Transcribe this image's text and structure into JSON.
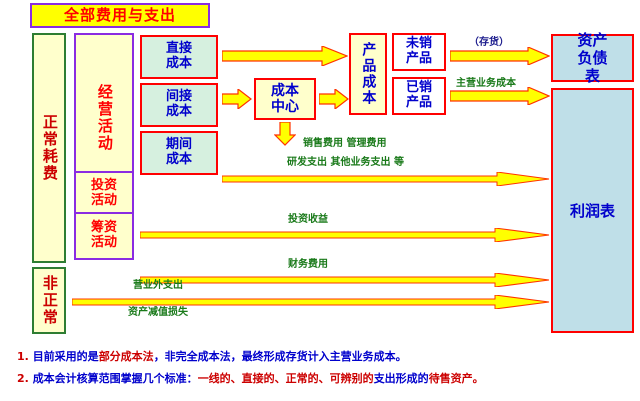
{
  "title": {
    "text": "全部费用与支出"
  },
  "spine": {
    "normal": "正常耗费",
    "abnormal": "非正常"
  },
  "activities": {
    "operating": "经营活动",
    "investing": "投资活动",
    "financing": "筹资活动"
  },
  "costs": {
    "direct": "直接成本",
    "indirect": "间接成本",
    "period": "期间成本",
    "center": "成本中心",
    "product": "产品成本"
  },
  "products": {
    "unsold": "未销产品",
    "sold": "已销产品"
  },
  "statements": {
    "balance_sheet": "资产负债表",
    "income_statement": "利润表"
  },
  "flow_labels": {
    "inventory": "（存货）",
    "main_cost": "主营业务成本",
    "selling_admin": "销售费用 管理费用",
    "rd_other": "研发支出 其他业务支出 等",
    "investment_income": "投资收益",
    "finance_expense": "财务费用",
    "non_operating": "营业外支出",
    "impairment": "资产减值损失"
  },
  "notes": [
    {
      "num": "1.",
      "segments": [
        {
          "text": "目前采用的是",
          "color": "blue"
        },
        {
          "text": "部分成本法",
          "color": "red"
        },
        {
          "text": "，非完全成本法，最终形成存货计入主营业务成本。",
          "color": "blue"
        }
      ]
    },
    {
      "num": "2.",
      "segments": [
        {
          "text": "成本会计核算范围掌握几个标准：",
          "color": "blue"
        },
        {
          "text": "一线的、直接的、正常的、可辨别的",
          "color": "red"
        },
        {
          "text": "支出形成的",
          "color": "blue"
        },
        {
          "text": "待售资产。",
          "color": "red"
        }
      ]
    }
  ],
  "colors": {
    "title_bg": "#ffff00",
    "title_border": "#8a2be2",
    "title_text": "#ff0000",
    "pale_yellow": "#ffffcc",
    "green_box": "#d6f0df",
    "statement_bg": "#bfdfe8",
    "arrow_fill": "#ffff00",
    "arrow_stroke": "#ff3300",
    "label_green": "#1a7a1a",
    "blue_text": "#0000cc",
    "red_text": "#cc0000"
  }
}
